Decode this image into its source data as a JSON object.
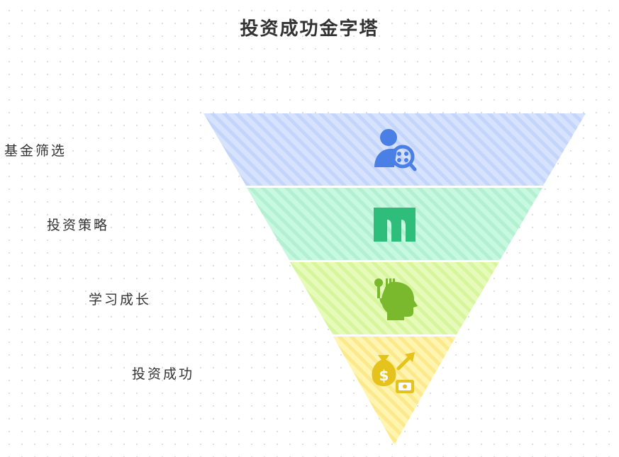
{
  "title": "投资成功金字塔",
  "tiers": [
    {
      "label": "基金筛选",
      "icon": "user-search-icon",
      "fill": "#d7e3fd",
      "stripe": "#c4d5fb",
      "icon_color": "#4a7fe5"
    },
    {
      "label": "投资策略",
      "icon": "pillars-icon",
      "fill": "#c7f8e0",
      "stripe": "#b2f0d1",
      "icon_color": "#2ebd7a"
    },
    {
      "label": "学习成长",
      "icon": "head-knowledge-icon",
      "fill": "#e6fbb9",
      "stripe": "#d7f59d",
      "icon_color": "#7ab82e"
    },
    {
      "label": "投资成功",
      "icon": "money-growth-icon",
      "fill": "#fff4b0",
      "stripe": "#fbe98c",
      "icon_color": "#e6c31c"
    }
  ]
}
